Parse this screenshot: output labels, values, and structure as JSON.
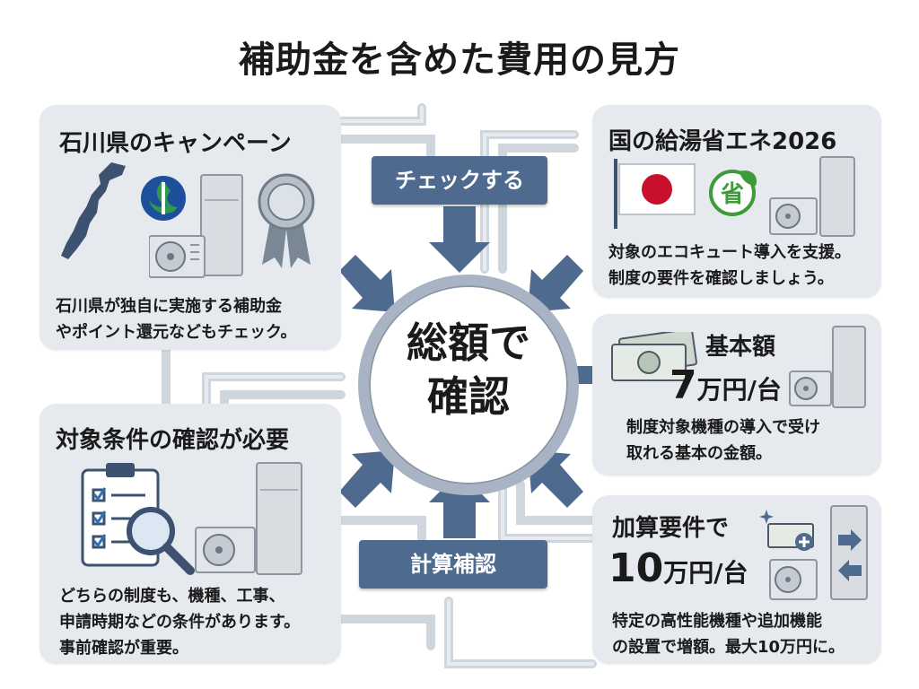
{
  "title": "補助金を含めた費用の見方",
  "center": {
    "line1": "総額で",
    "line2": "確認"
  },
  "banners": {
    "top": "チェックする",
    "bottom": "計算補認"
  },
  "ishikawa": {
    "title": "石川県のキャンペーン",
    "text1": "石川県が独自に実施する補助金",
    "text2": "やポイント還元などもチェック。"
  },
  "conditions": {
    "title": "対象条件の確認が必要",
    "text1": "どちらの制度も、機種、工事、",
    "text2": "申請時期などの条件があります。",
    "text3": "事前確認が重要。"
  },
  "national": {
    "title": "国の給湯省エネ2026",
    "text1": "対象のエコキュート導入を支援。",
    "text2": "制度の要件を確認しましょう。"
  },
  "base": {
    "title": "基本額",
    "amount": "7",
    "unit": "万円/台",
    "text1": "制度対象機種の導入で受け",
    "text2": "取れる基本の金額。"
  },
  "additional": {
    "title": "加算要件で",
    "amount": "10",
    "unit": "万円/台",
    "text1": "特定の高性能機種や追加機能",
    "text2": "の設置で増額。最大10万円に。"
  },
  "icons": {
    "map": "ishikawa-map-icon",
    "emblem": "prefecture-emblem-icon",
    "heat_pump": "heat-pump-unit-icon",
    "award": "award-ribbon-icon",
    "flag": "japan-flag-icon",
    "eco": "eco-saving-icon",
    "checklist": "checklist-clipboard-icon",
    "magnifier": "magnifier-icon",
    "money": "banknote-icon"
  },
  "colors": {
    "navy": "#4e6b8f",
    "card": "#e6eaef",
    "pipe": "#c9d1da",
    "flag_red": "#c8102e",
    "eco_green": "#3f9a3a"
  }
}
